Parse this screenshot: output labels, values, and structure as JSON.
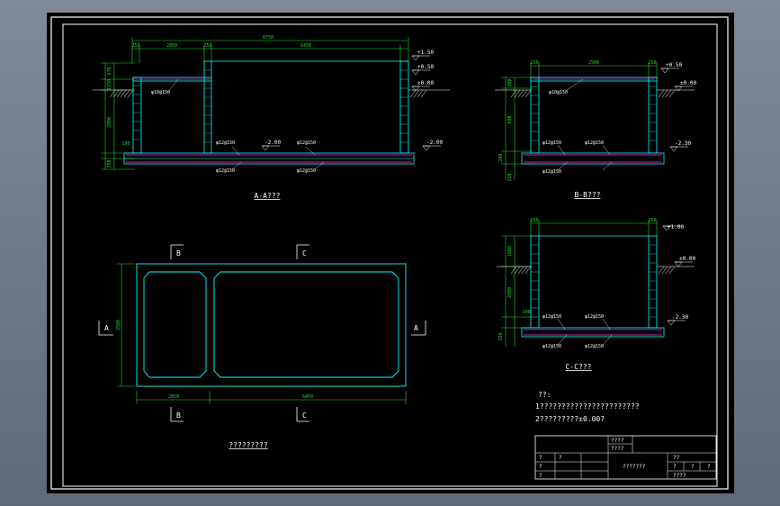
{
  "colors": {
    "background": "#000000",
    "frame": "#ffffff",
    "outline": "#00ffff",
    "dimension": "#00ff00",
    "rebar": "#ff00ff",
    "wall_fill": "#00ffff"
  },
  "section_aa": {
    "title": "A-A???",
    "dims": {
      "total": "8750",
      "left_wall": "250",
      "left_span": "2050",
      "mid_wall": "250",
      "right_span": "6450"
    },
    "levels": {
      "top": "+1.50",
      "mid": "+0.50",
      "zero": "±0.00",
      "bottom_left": "-2.00",
      "bottom_right": "-2.00"
    },
    "rebar": {
      "r1": "φ10@150",
      "r2": "φ12@150",
      "r3": "φ12@150",
      "r4": "φ12@150",
      "r5": "φ12@150"
    },
    "vertical_dims": {
      "v1": "670",
      "v2": "1150",
      "v3": "2800",
      "v4": "100",
      "v5": "250"
    }
  },
  "section_bb": {
    "title": "B-B???",
    "dims": {
      "left_wall": "250",
      "span": "2500",
      "right_wall": "250"
    },
    "levels": {
      "top": "+0.50",
      "zero": "±0.00",
      "bottom": "-2.30"
    },
    "rebar": {
      "r1": "φ10@150",
      "r2": "φ12@150",
      "r3": "φ12@150",
      "r4": "φ12@150"
    },
    "vertical_dims": {
      "v1": "300",
      "v2": "600",
      "v3": "200",
      "v4": "250"
    }
  },
  "section_cc": {
    "title": "C-C???",
    "dims": {
      "left_wall": "250",
      "right_wall": "250"
    },
    "levels": {
      "top": "+1.00",
      "zero": "±0.00",
      "bottom": "-2.30"
    },
    "rebar": {
      "r1": "φ12@150",
      "r2": "φ12@150",
      "r3": "φ12@150",
      "r4": "φ12@150"
    },
    "vertical_dims": {
      "v1": "1000",
      "v2": "2000",
      "v3": "100",
      "v4": "250"
    }
  },
  "plan": {
    "title": "?????????",
    "dims": {
      "left": "2050",
      "right": "6450",
      "height": "2500"
    },
    "markers": {
      "a": "A",
      "b": "B",
      "c": "C"
    }
  },
  "notes": {
    "title": "??:",
    "line1": "1???????????????????????",
    "line2": "2?????????±0.00?"
  },
  "title_block": {
    "c1": "????",
    "c2": "????",
    "c3": "???????",
    "c4": "??",
    "c5": "?",
    "c6": "?",
    "c7": "????",
    "c8": "?",
    "c9": "?",
    "c10": "?",
    "c11": "?",
    "c12": "?"
  }
}
